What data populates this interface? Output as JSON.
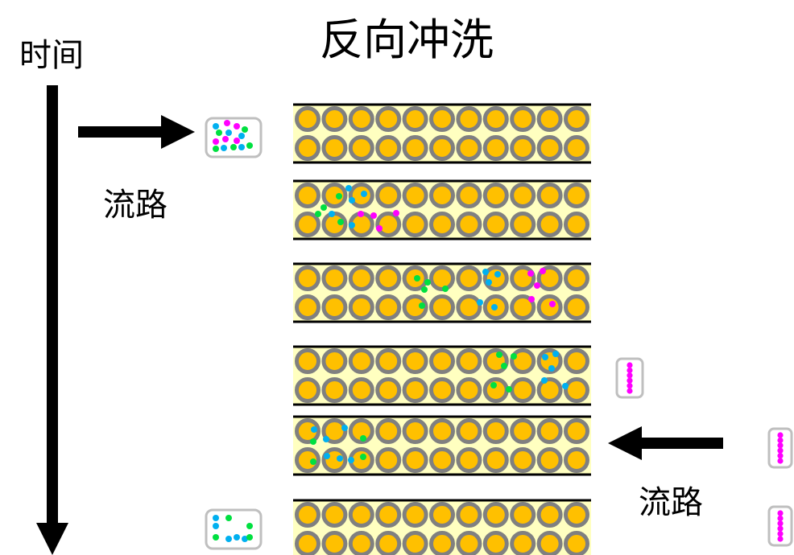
{
  "title": "反向冲洗",
  "time_label": "时间",
  "flow_label_top": "流路",
  "flow_label_bottom": "流路",
  "colors": {
    "particle_gold": "#ffc000",
    "particle_ring": "#808080",
    "column_fill": "#ffffc0",
    "vial_border": "#bfbfbf",
    "green": "#00e040",
    "cyan": "#00b0f0",
    "magenta": "#ff00ff",
    "arrow": "#000000"
  },
  "icons": {
    "time_arrow": "down-arrow-icon",
    "flow_in_arrow": "right-arrow-icon",
    "flow_back_arrow": "left-arrow-icon",
    "mixed_sample_vial": "sample-vial-icon",
    "fraction_vial": "fraction-vial-icon"
  }
}
